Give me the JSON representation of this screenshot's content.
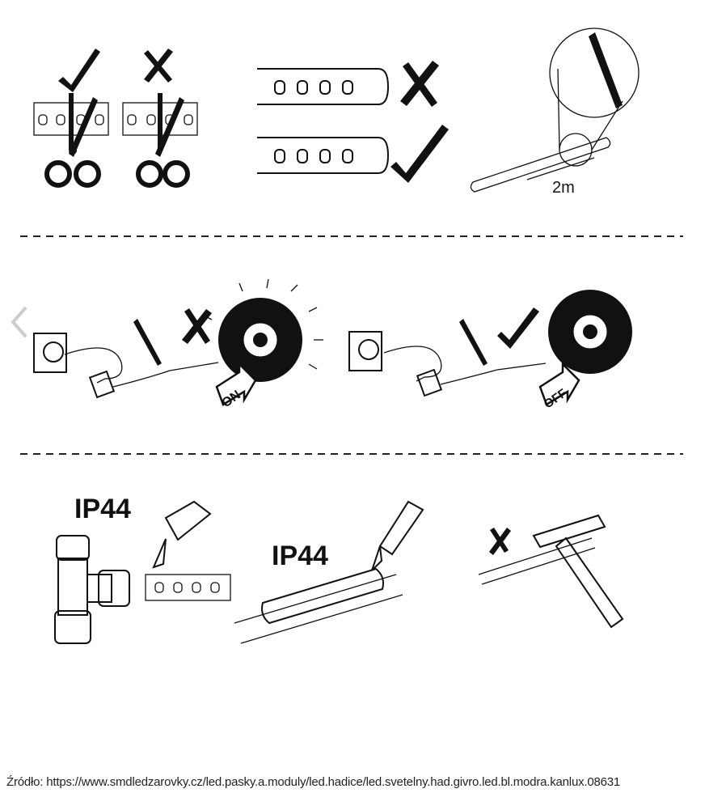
{
  "panels": {
    "cut_length": "2m",
    "power_on_label": "ON",
    "power_off_label": "OFF",
    "ip_rating_connector": "IP44",
    "ip_rating_joint": "IP44"
  },
  "carousel": {
    "prev_icon": "chevron-left-icon"
  },
  "footer": {
    "source": "Źródło: https://www.smdledzarovky.cz/led.pasky.a.moduly/led.hadice/led.svetelny.had.givro.led.bl.modra.kanlux.08631"
  },
  "colors": {
    "ink": "#111111",
    "arrow": "#cccccc"
  }
}
